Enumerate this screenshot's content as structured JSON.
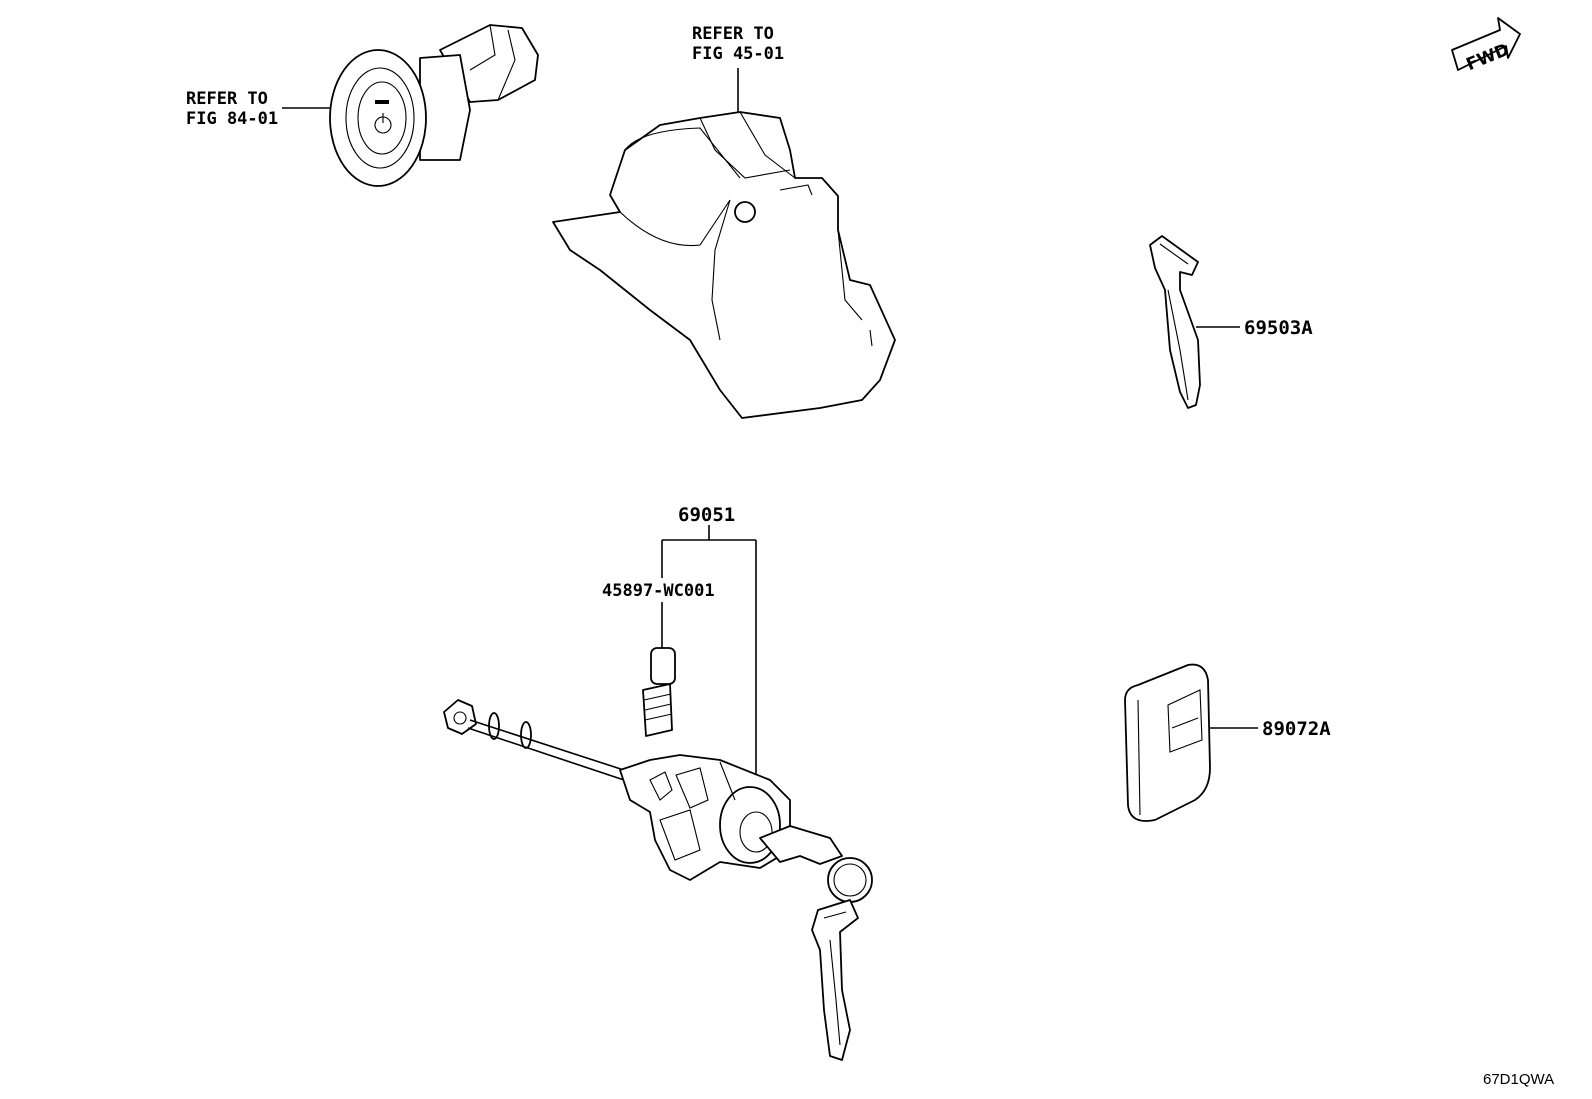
{
  "callouts": {
    "power_switch_ref": [
      "REFER TO",
      "FIG 84-01"
    ],
    "column_cover_ref": [
      "REFER TO",
      "FIG 45-01"
    ],
    "mechanical_key": "69503A",
    "lock_cylinder_set": "69051",
    "plug_part": "45897-WC001",
    "smart_key": "89072A"
  },
  "fwd_badge": "FWD",
  "illustration_code": "67D1QWA"
}
